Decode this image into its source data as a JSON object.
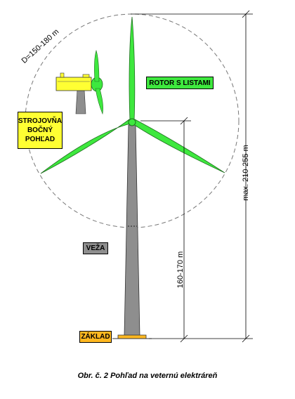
{
  "labels": {
    "rotor": "ROTOR S LISTAMI",
    "nacelle_lines": [
      "STROJOVŇA",
      "BOČNÝ",
      "POHĽAD"
    ],
    "tower": "VEŽA",
    "base": "ZÁKLAD"
  },
  "dimensions": {
    "rotor_diameter": "D=150-180 m",
    "total_height": "max. 210-255 m",
    "hub_height": "160-170 m"
  },
  "caption": "Obr. č. 2  Pohľad na veternú  elektráreň",
  "colors": {
    "blade": "#3ee83e",
    "tower": "#8e8e8e",
    "nacelle": "#ffff33",
    "base": "#ffb820"
  }
}
